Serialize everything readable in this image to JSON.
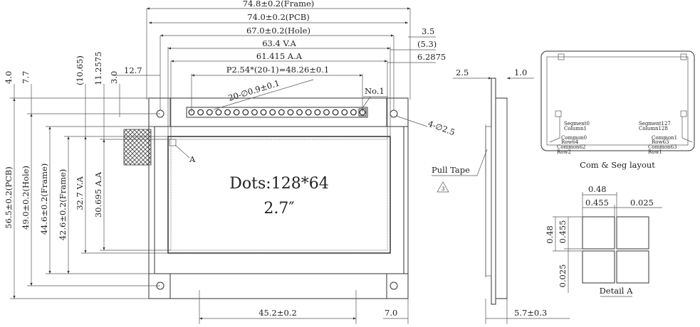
{
  "drawing": {
    "frame_width": "74.8±0.2(Frame)",
    "pcb_width": "74.0±0.2(PCB)",
    "hole_width": "67.0±0.2(Hole)",
    "va_width": "63.4 V.A",
    "aa_width": "61.415 A.A",
    "pin_pitch": "P2.54*(20-1)=48.26±0.1",
    "pin_holes": "20-∅0.9±0.1",
    "pin_one": "No.1",
    "dim_3_5": "3.5",
    "dim_5_3": "(5.3)",
    "dim_6_2875": "6.2875",
    "mount_holes": "4-∅2.5",
    "left_offset": "12.7",
    "dim_4_0": "4.0",
    "dim_7_7": "7.7",
    "dim_10_65": "(10.65)",
    "dim_11_2575": "11.2575",
    "dim_3_0": "3.0",
    "pcb_height": "56.5±0.2(PCB)",
    "hole_height": "49.0±0.2(Hole)",
    "frame_height_a": "44.6±0.2(Frame)",
    "frame_height_b": "42.6±0.2(Frame)",
    "va_height": "32.7 V.A",
    "aa_height": "30.695 A.A",
    "detail_marker": "A",
    "dots": "Dots:128*64",
    "size": "2.7″",
    "bottom_hole_width": "45.2±0.2",
    "bottom_right": "7.0",
    "side_2_5": "2.5",
    "side_1_0": "1.0",
    "pull_tape": "Pull Tape",
    "note_number": "3",
    "thickness": "5.7±0.3",
    "layout": {
      "title": "Com & Seg layout",
      "seg0": "Segment0",
      "col1": "Column1",
      "seg127": "Segment127",
      "col128": "Column128",
      "com0": "Common0",
      "row64": "Row64",
      "com62": "Common62",
      "row2": "Row2",
      "com1": "Common1",
      "row63": "Row63",
      "com63": "Common63",
      "row1": "Row1"
    },
    "detail": {
      "title": "Detail A",
      "pitch": "0.48",
      "dot": "0.455",
      "gap": "0.025",
      "v_pitch": "0.48",
      "v_dot": "0.455",
      "v_gap": "0.025"
    }
  }
}
